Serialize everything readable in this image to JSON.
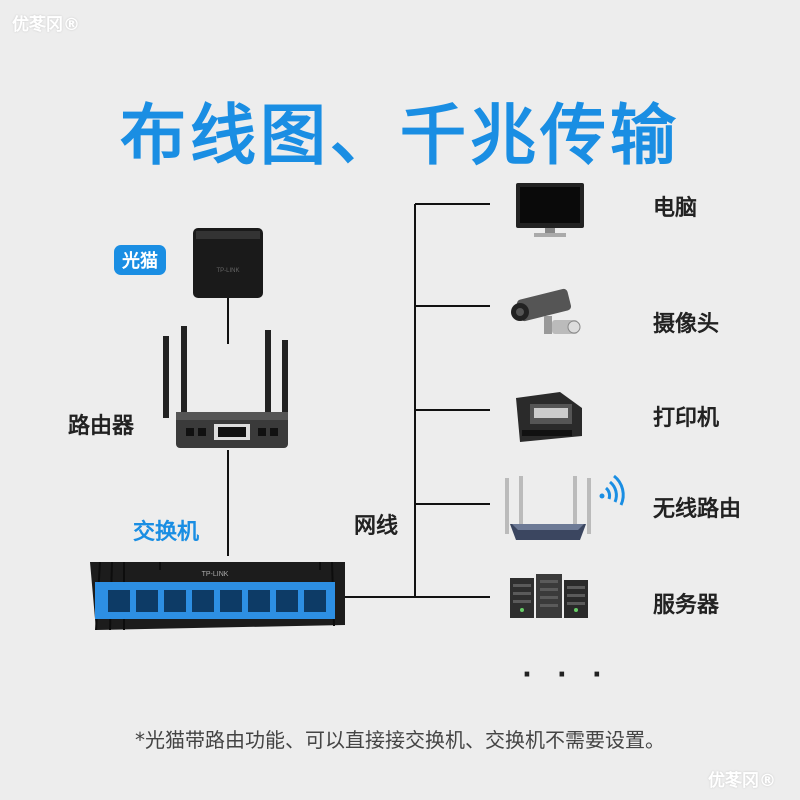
{
  "watermark": "优苳冈®",
  "title": "布线图、千兆传输",
  "left": {
    "modem_label": "光猫",
    "router_label": "路由器",
    "switch_label": "交换机"
  },
  "cable_label": "网线",
  "devices": [
    {
      "label": "电脑",
      "icon": "computer-monitor-icon"
    },
    {
      "label": "摄像头",
      "icon": "security-camera-icon"
    },
    {
      "label": "打印机",
      "icon": "printer-icon"
    },
    {
      "label": "无线路由",
      "icon": "wireless-router-icon"
    },
    {
      "label": "服务器",
      "icon": "server-rack-icon"
    }
  ],
  "more": "· · ·",
  "footnote": "*光猫带路由功能、可以直接接交换机、交换机不需要设置。",
  "colors": {
    "accent": "#1a8ee3",
    "background": "#ededed",
    "line": "#111111"
  }
}
